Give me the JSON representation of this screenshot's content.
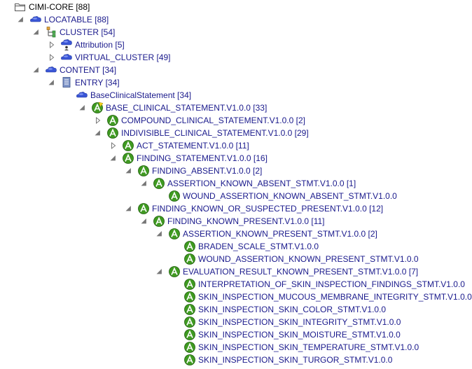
{
  "colors": {
    "root_text": "#000000",
    "node_text": "#1a1a8c",
    "cloud_blue": "#3a56d6",
    "archetype_green": "#3f9a21",
    "twisty": "#777777"
  },
  "tree": [
    {
      "level": 0,
      "twisty": "none",
      "icon": "folder-icon",
      "label": "CIMI-CORE [88]"
    },
    {
      "level": 1,
      "twisty": "expanded",
      "icon": "cloud-icon",
      "label": "LOCATABLE [88]"
    },
    {
      "level": 2,
      "twisty": "expanded",
      "icon": "cluster-icon",
      "label": "CLUSTER [54]"
    },
    {
      "level": 3,
      "twisty": "collapsed",
      "icon": "cloud-person-icon",
      "label": "Attribution [5]"
    },
    {
      "level": 3,
      "twisty": "collapsed",
      "icon": "cloud-icon",
      "label": "VIRTUAL_CLUSTER [49]"
    },
    {
      "level": 2,
      "twisty": "expanded",
      "icon": "cloud-icon",
      "label": "CONTENT [34]"
    },
    {
      "level": 3,
      "twisty": "expanded",
      "icon": "document-icon",
      "label": "ENTRY [34]"
    },
    {
      "level": 4,
      "twisty": "none",
      "icon": "cloud-icon",
      "label": "BaseClinicalStatement [34]"
    },
    {
      "level": 5,
      "twisty": "expanded",
      "icon": "archetype-special-icon",
      "label": "BASE_CLINICAL_STATEMENT.V1.0.0 [33]"
    },
    {
      "level": 6,
      "twisty": "collapsed",
      "icon": "archetype-icon",
      "label": "COMPOUND_CLINICAL_STATEMENT.V1.0.0 [2]"
    },
    {
      "level": 6,
      "twisty": "expanded",
      "icon": "archetype-icon",
      "label": "INDIVISIBLE_CLINICAL_STATEMENT.V1.0.0 [29]"
    },
    {
      "level": 7,
      "twisty": "collapsed",
      "icon": "archetype-icon",
      "label": "ACT_STATEMENT.V1.0.0 [11]"
    },
    {
      "level": 7,
      "twisty": "expanded",
      "icon": "archetype-icon",
      "label": "FINDING_STATEMENT.V1.0.0 [16]"
    },
    {
      "level": 8,
      "twisty": "expanded",
      "icon": "archetype-icon",
      "label": "FINDING_ABSENT.V1.0.0 [2]"
    },
    {
      "level": 9,
      "twisty": "expanded",
      "icon": "archetype-icon",
      "label": "ASSERTION_KNOWN_ABSENT_STMT.V1.0.0 [1]"
    },
    {
      "level": 10,
      "twisty": "none",
      "icon": "archetype-icon",
      "label": "WOUND_ASSERTION_KNOWN_ABSENT_STMT.V1.0.0"
    },
    {
      "level": 8,
      "twisty": "expanded",
      "icon": "archetype-icon",
      "label": "FINDING_KNOWN_OR_SUSPECTED_PRESENT.V1.0.0 [12]"
    },
    {
      "level": 9,
      "twisty": "expanded",
      "icon": "archetype-icon",
      "label": "FINDING_KNOWN_PRESENT.V1.0.0 [11]"
    },
    {
      "level": 10,
      "twisty": "expanded",
      "icon": "archetype-icon",
      "label": "ASSERTION_KNOWN_PRESENT_STMT.V1.0.0 [2]"
    },
    {
      "level": 11,
      "twisty": "none",
      "icon": "archetype-icon",
      "label": "BRADEN_SCALE_STMT.V1.0.0"
    },
    {
      "level": 11,
      "twisty": "none",
      "icon": "archetype-icon",
      "label": "WOUND_ASSERTION_KNOWN_PRESENT_STMT.V1.0.0"
    },
    {
      "level": 10,
      "twisty": "expanded",
      "icon": "archetype-icon",
      "label": "EVALUATION_RESULT_KNOWN_PRESENT_STMT.V1.0.0 [7]"
    },
    {
      "level": 11,
      "twisty": "none",
      "icon": "archetype-icon",
      "label": "INTERPRETATION_OF_SKIN_INSPECTION_FINDINGS_STMT.V1.0.0"
    },
    {
      "level": 11,
      "twisty": "none",
      "icon": "archetype-icon",
      "label": "SKIN_INSPECTION_MUCOUS_MEMBRANE_INTEGRITY_STMT.V1.0.0"
    },
    {
      "level": 11,
      "twisty": "none",
      "icon": "archetype-icon",
      "label": "SKIN_INSPECTION_SKIN_COLOR_STMT.V1.0.0"
    },
    {
      "level": 11,
      "twisty": "none",
      "icon": "archetype-icon",
      "label": "SKIN_INSPECTION_SKIN_INTEGRITY_STMT.V1.0.0"
    },
    {
      "level": 11,
      "twisty": "none",
      "icon": "archetype-icon",
      "label": "SKIN_INSPECTION_SKIN_MOISTURE_STMT.V1.0.0"
    },
    {
      "level": 11,
      "twisty": "none",
      "icon": "archetype-icon",
      "label": "SKIN_INSPECTION_SKIN_TEMPERATURE_STMT.V1.0.0"
    },
    {
      "level": 11,
      "twisty": "none",
      "icon": "archetype-icon",
      "label": "SKIN_INSPECTION_SKIN_TURGOR_STMT.V1.0.0"
    }
  ]
}
